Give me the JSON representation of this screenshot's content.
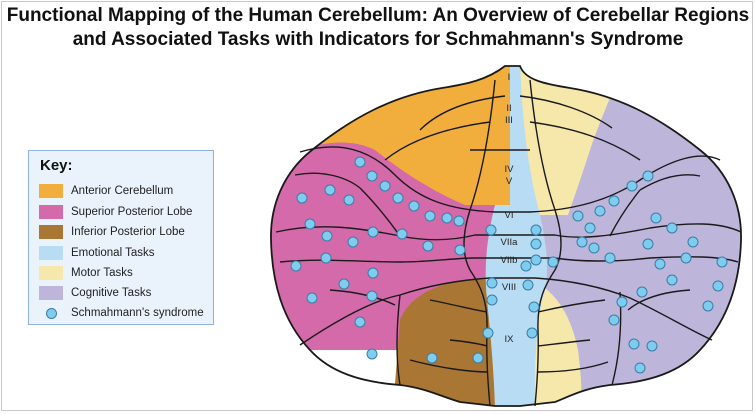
{
  "title": {
    "line1": "Functional Mapping of the Human Cerebellum: An Overview of Cerebellar Regions",
    "line2": "and Associated Tasks with Indicators for Schmahmann's Syndrome"
  },
  "key": {
    "heading": "Key:",
    "items": [
      {
        "label": "Anterior Cerebellum",
        "color": "#f2ae3d"
      },
      {
        "label": "Superior Posterior Lobe",
        "color": "#d46aa9"
      },
      {
        "label": "Inferior Posterior Lobe",
        "color": "#a97634"
      },
      {
        "label": "Emotional Tasks",
        "color": "#b8dcf3"
      },
      {
        "label": "Motor Tasks",
        "color": "#f6e7ab"
      },
      {
        "label": "Cognitive Tasks",
        "color": "#bdb5da"
      },
      {
        "label": "Schmahmann's syndrome",
        "color": "#7fcdee"
      }
    ]
  },
  "lobules": [
    "I",
    "II",
    "III",
    "IV",
    "V",
    "VI",
    "VIIa",
    "VIIb",
    "VIII",
    "IX"
  ]
}
